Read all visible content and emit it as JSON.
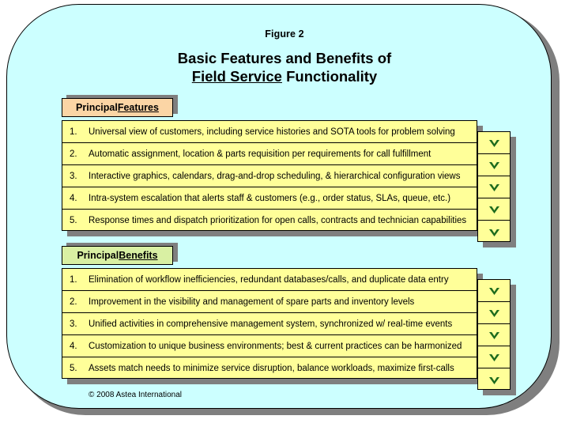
{
  "figure": {
    "label": "Figure 2",
    "title_line1": "Basic Features and Benefits of",
    "title_line2_underlined": "Field Service",
    "title_line2_rest": " Functionality"
  },
  "colors": {
    "panel_background": "#ccffff",
    "panel_shadow": "#7f7f7f",
    "row_background": "#ffff99",
    "features_header_background": "#fbd5a5",
    "benefits_header_background": "#d9f0a3",
    "checkmark": "#1d6b1d",
    "border": "#000000"
  },
  "features_section": {
    "header_plain": "Principal ",
    "header_underlined": "Features",
    "items": [
      {
        "num": "1.",
        "text": "Universal view of customers, including service histories and SOTA tools for problem solving",
        "check": "check-icon"
      },
      {
        "num": "2.",
        "text": "Automatic assignment, location & parts requisition per requirements for call fulfillment",
        "check": "check-icon"
      },
      {
        "num": "3.",
        "text": "Interactive graphics, calendars, drag-and-drop scheduling, & hierarchical configuration views",
        "check": "check-icon"
      },
      {
        "num": "4.",
        "text": "Intra-system escalation that alerts staff & customers (e.g., order status, SLAs, queue, etc.)",
        "check": "check-icon"
      },
      {
        "num": "5.",
        "text": "Response times and dispatch prioritization for open calls, contracts and technician capabilities",
        "check": "check-icon"
      }
    ]
  },
  "benefits_section": {
    "header_plain": "Principal ",
    "header_underlined": "Benefits",
    "items": [
      {
        "num": "1.",
        "text": "Elimination of workflow inefficiencies, redundant databases/calls, and duplicate data entry",
        "check": "check-icon"
      },
      {
        "num": "2.",
        "text": "Improvement in the visibility and management of spare parts and inventory levels",
        "check": "check-icon"
      },
      {
        "num": "3.",
        "text": "Unified activities in comprehensive management system, synchronized w/ real-time events",
        "check": "check-icon"
      },
      {
        "num": "4.",
        "text": "Customization to unique business environments; best & current practices can be harmonized",
        "check": "check-icon"
      },
      {
        "num": "5.",
        "text": "Assets match needs to minimize service disruption, balance workloads, maximize first-calls",
        "check": "check-icon"
      }
    ]
  },
  "footer": {
    "copyright": "© 2008 Astea International"
  }
}
